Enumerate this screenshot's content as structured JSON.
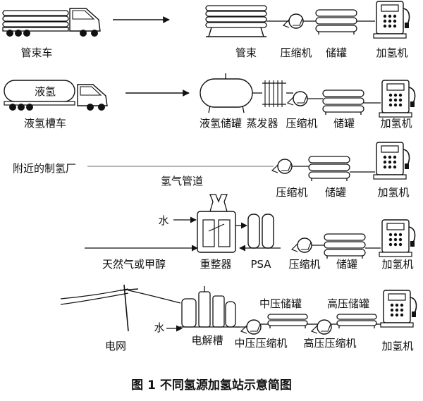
{
  "rows": {
    "tube_trailer": {
      "source": "管束车",
      "tube_bundle": "管束",
      "compressor": "压缩机",
      "storage": "储罐",
      "dispenser": "加氢机"
    },
    "liquid_hydrogen": {
      "truck_tank_text": "液氢",
      "source": "液氢槽车",
      "lh2_tank": "液氢储罐",
      "evaporator": "蒸发器",
      "compressor": "压缩机",
      "storage": "储罐",
      "dispenser": "加氢机"
    },
    "pipeline": {
      "source": "附近的制氢厂",
      "pipeline": "氢气管道",
      "compressor": "压缩机",
      "storage": "储罐",
      "dispenser": "加氢机"
    },
    "reforming": {
      "water": "水",
      "feed": "天然气或甲醇",
      "reformer": "重整器",
      "psa": "PSA",
      "compressor": "压缩机",
      "storage": "储罐",
      "dispenser": "加氢机"
    },
    "electrolysis": {
      "grid": "电网",
      "water": "水",
      "electrolyzer": "电解槽",
      "mp_compressor": "中压压缩机",
      "mp_storage": "中压储罐",
      "hp_compressor": "高压压缩机",
      "hp_storage": "高压储罐",
      "dispenser": "加氢机"
    }
  },
  "caption": "图 1  不同氢源加氢站示意简图"
}
